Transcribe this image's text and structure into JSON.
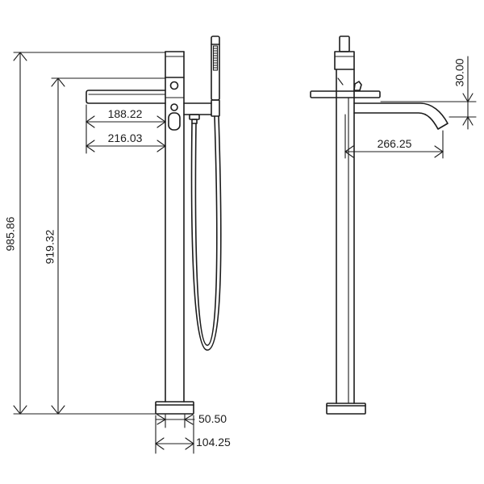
{
  "colors": {
    "background": "#ffffff",
    "line": "#1c1c1c"
  },
  "front_view": {
    "dim_overall_height": "985.86",
    "dim_spout_height": "919.32",
    "dim_spout_length_a": "188.22",
    "dim_spout_length_b": "216.03",
    "dim_column": "50.50",
    "dim_base": "104.25"
  },
  "side_view": {
    "dim_reach": "266.25",
    "dim_offset": "30.00"
  }
}
